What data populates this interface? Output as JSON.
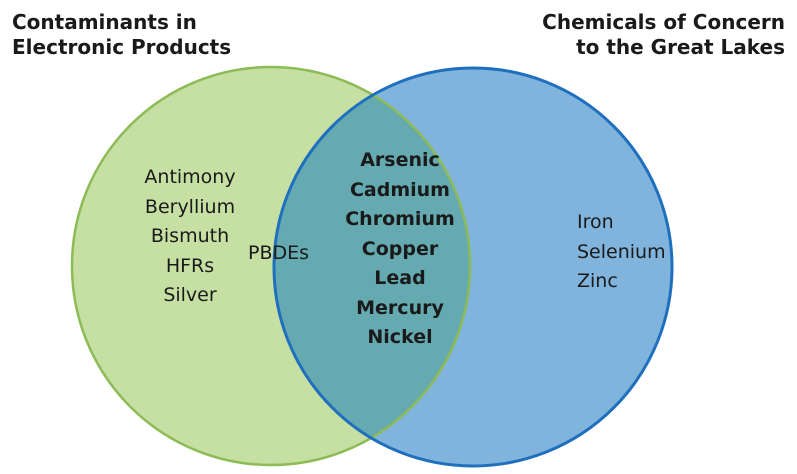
{
  "diagram": {
    "sets": [
      {
        "title_lines": [
          "Contaminants in",
          "Electronic Products"
        ],
        "fill": "#c6e0a4",
        "stroke": "#8dbb56"
      },
      {
        "title_lines": [
          "Chemicals of Concern",
          "to the Great Lakes"
        ],
        "fill": "#80b4dc",
        "stroke": "#1f6fbf"
      }
    ],
    "overlap_fill": "#64aab0",
    "regions": {
      "electronics_only": [
        "Antimony",
        "Beryllium",
        "Bismuth",
        "HFRs",
        "Silver"
      ],
      "near_boundary": "PBDEs",
      "both": [
        "Arsenic",
        "Cadmium",
        "Chromium",
        "Copper",
        "Lead",
        "Mercury",
        "Nickel"
      ],
      "great_lakes_only": [
        "Iron",
        "Selenium",
        "Zinc"
      ]
    }
  }
}
